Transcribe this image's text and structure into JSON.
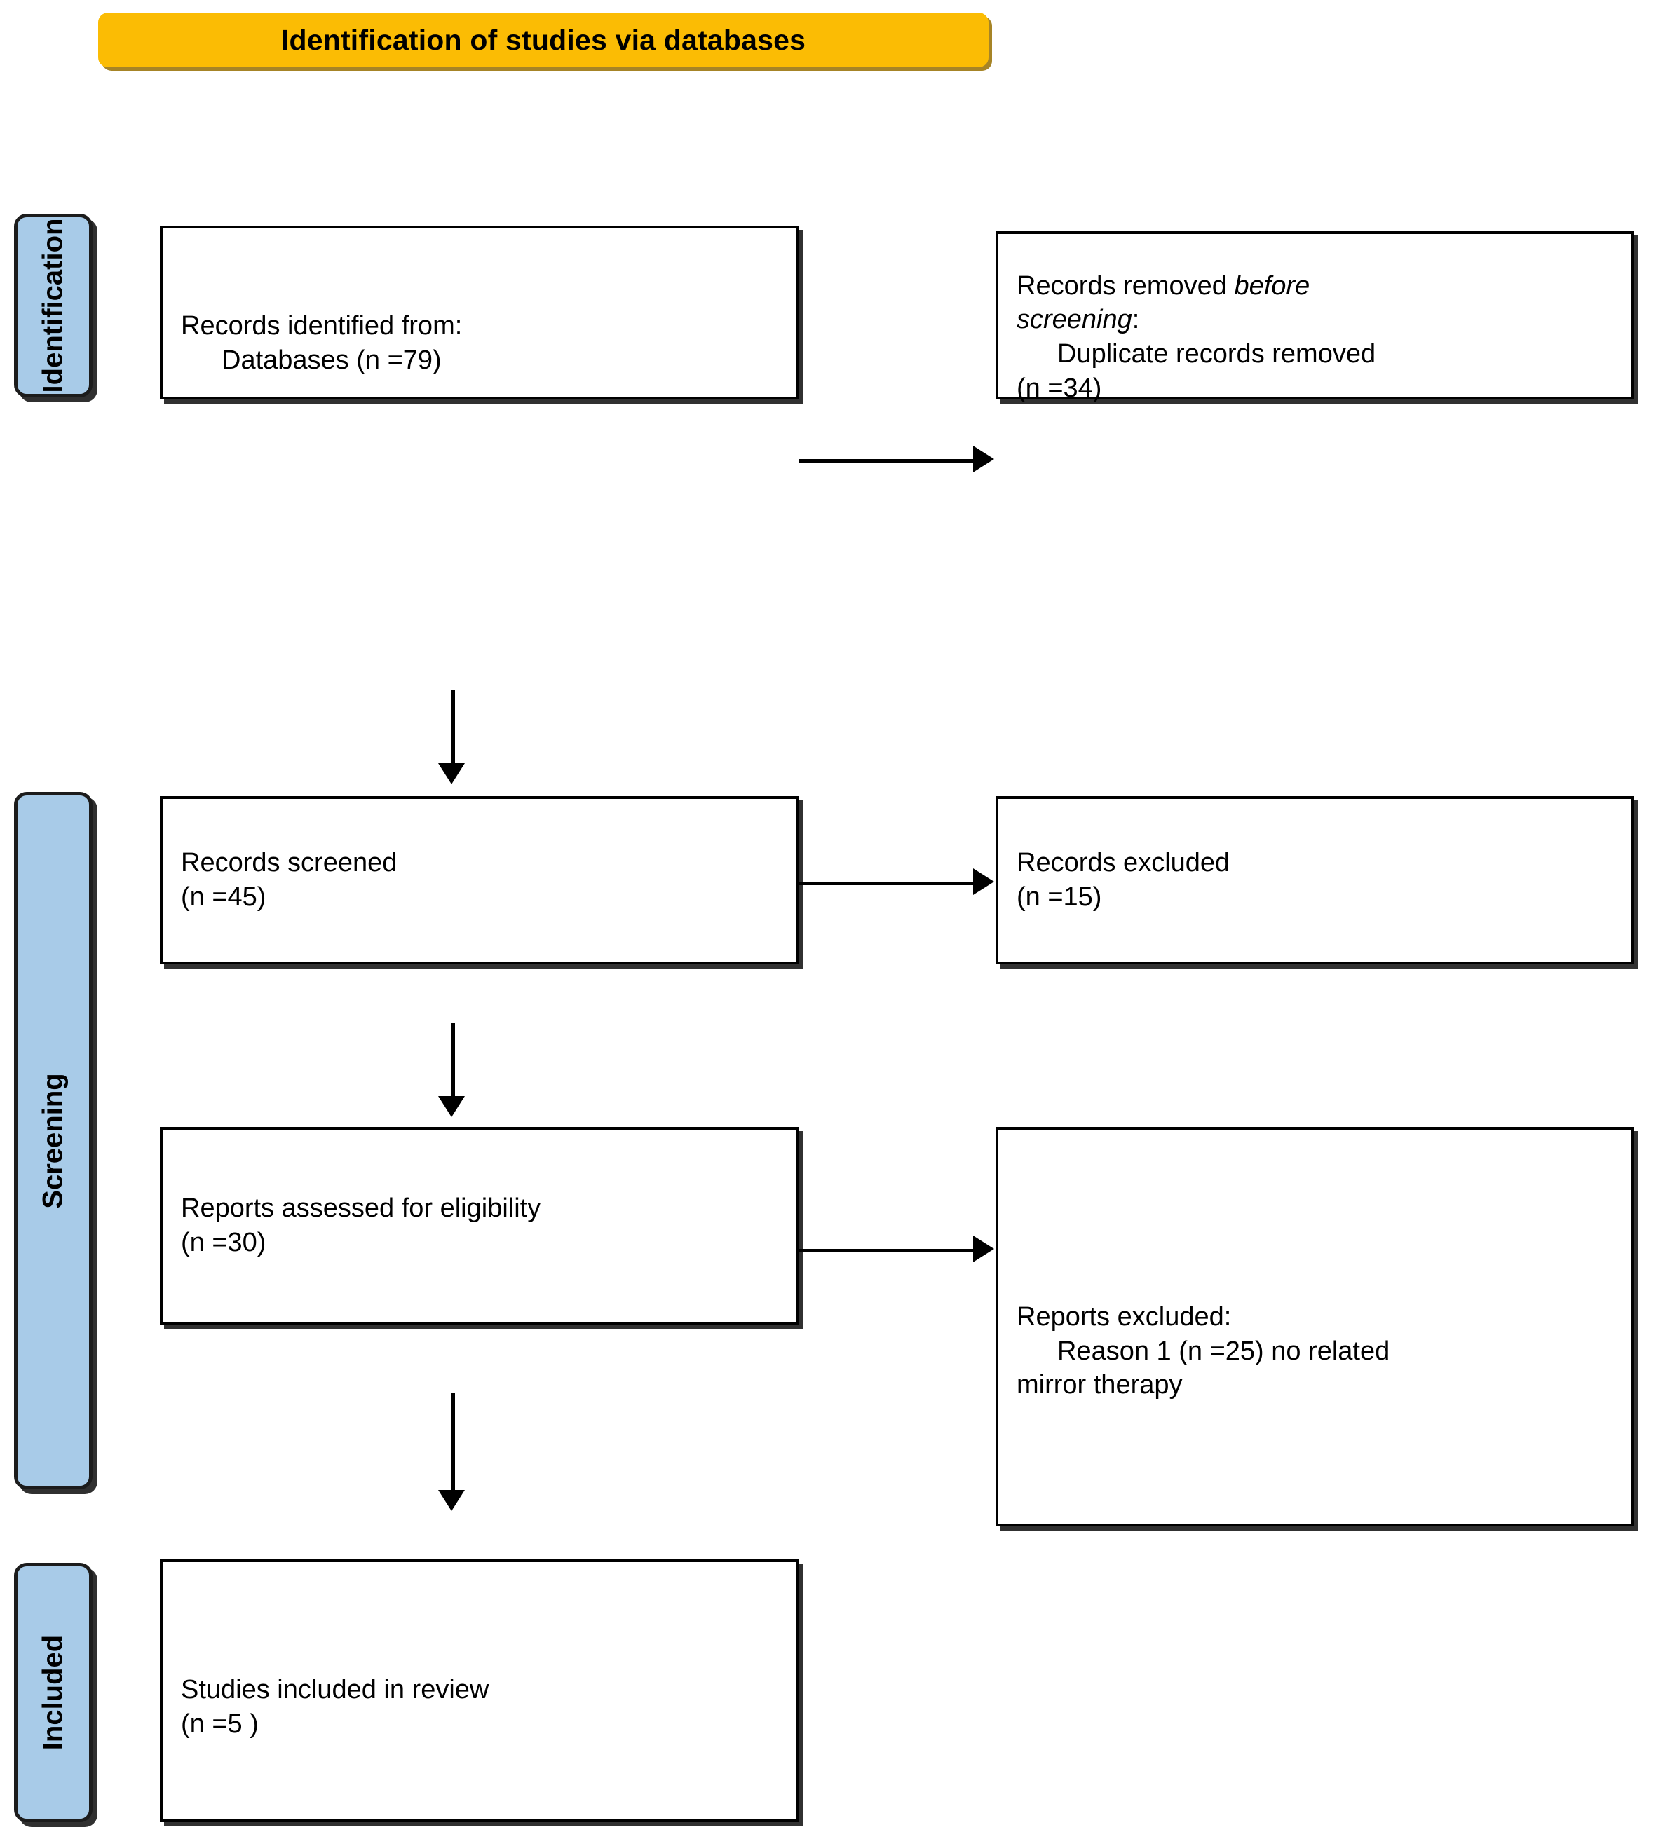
{
  "banner": {
    "title": "Identification of studies via databases",
    "color": "#FBBC04"
  },
  "stages": [
    {
      "id": "identification",
      "label": "Identification",
      "color": "#A8CBE8"
    },
    {
      "id": "screening",
      "label": "Screening",
      "color": "#A8CBE8"
    },
    {
      "id": "included",
      "label": "Included",
      "color": "#A8CBE8"
    }
  ],
  "boxes": {
    "identified": {
      "line1": "Records identified from:",
      "line2": "Databases (n =79)"
    },
    "removed": {
      "line1_prefix": "Records removed ",
      "line1_italic": "before",
      "line2_italic": "screening",
      "line2_suffix": ":",
      "line3": "Duplicate records removed",
      "line4": "(n =34)"
    },
    "screened": {
      "line1": "Records screened",
      "line2": "(n =45)"
    },
    "excluded": {
      "line1": "Records excluded",
      "line2": "(n =15)"
    },
    "assessed": {
      "line1": "Reports assessed for eligibility",
      "line2": "(n =30)"
    },
    "reports_excluded": {
      "line1": "Reports excluded:",
      "line2": "Reason 1 (n =25) no related",
      "line3": "mirror therapy"
    },
    "included": {
      "line1": "Studies included in review",
      "line2": "(n =5 )"
    }
  },
  "counts": {
    "databases": 79,
    "duplicates_removed": 34,
    "records_screened": 45,
    "records_excluded": 15,
    "reports_assessed": 30,
    "reports_excluded_reason1": 25,
    "studies_included": 5
  }
}
